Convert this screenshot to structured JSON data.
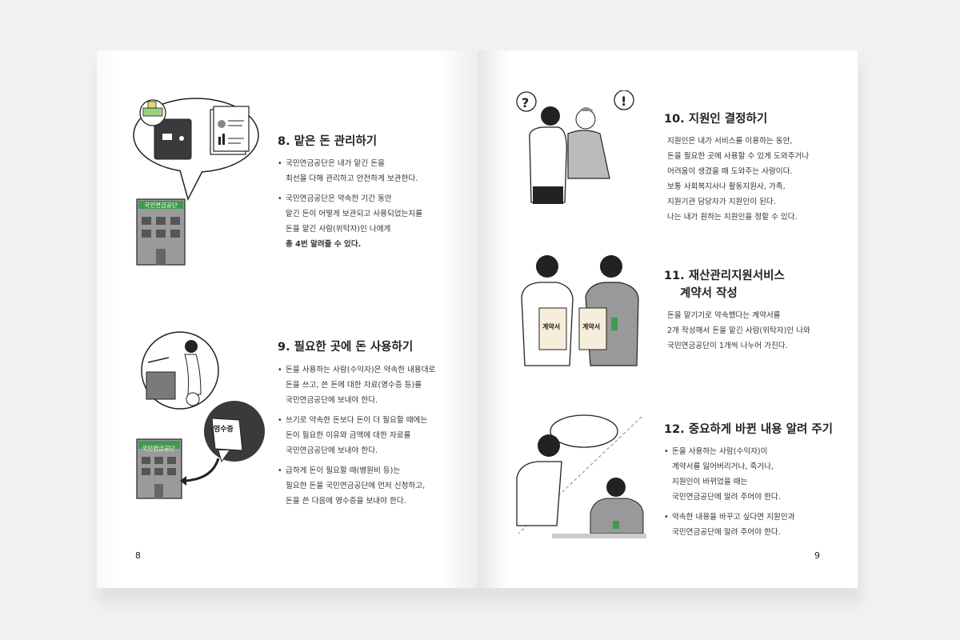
{
  "left_page": {
    "page_number": "8",
    "sections": [
      {
        "title": "8. 맡은 돈 관리하기",
        "bullets": [
          [
            "국민연금공단은 내가 맡긴 돈을",
            "최선을 다해 관리하고 안전하게 보관한다."
          ],
          [
            "국민연금공단은 약속한 기간 동안",
            "맡긴 돈이 어떻게 보관되고 사용되었는지를",
            "돈을 맡긴 사람(위탁자)인 나에게",
            "총 4번 알려줄 수 있다."
          ]
        ]
      },
      {
        "title": "9. 필요한 곳에 돈 사용하기",
        "bullets": [
          [
            "돈을 사용하는 사람(수익자)은 약속한 내용대로",
            "돈을 쓰고, 쓴 돈에 대한 자료(영수증 등)를",
            "국민연금공단에 보내야 한다."
          ],
          [
            "쓰기로 약속한 돈보다 돈이 더 필요할 때에는",
            "돈이 필요한 이유와 금액에 대한 자료를",
            "국민연금공단에 보내야 한다."
          ],
          [
            "급하게 돈이 필요할 때(병원비 등)는",
            "필요한 돈을 국민연금공단에 먼저 신청하고,",
            "돈을 쓴 다음에 영수증을 보내야 한다."
          ]
        ]
      }
    ],
    "building_sign": "국민연금공단",
    "receipt_label": "영수증"
  },
  "right_page": {
    "page_number": "9",
    "sections": [
      {
        "title": "10. 지원인 결정하기",
        "lines": [
          "지원인은 내가 서비스를 이용하는 동안,",
          "돈을 필요한 곳에 사용할 수 있게 도와주거나",
          "어려움이 생겼을 때 도와주는 사람이다.",
          "보통 사회복지사나 활동지원사, 가족,",
          "지원기관 담당자가 지원인이 된다.",
          "나는 내가 원하는 지원인을 정할 수 있다."
        ]
      },
      {
        "title": "11. 재산관리지원서비스",
        "title2": "계약서 작성",
        "lines": [
          "돈을 맡기기로 약속했다는 계약서를",
          "2개 작성해서 돈을 맡긴 사람(위탁자)인 나와",
          "국민연금공단이 1개씩 나누어 가진다."
        ]
      },
      {
        "title": "12. 중요하게 바뀐 내용 알려 주기",
        "bullets": [
          [
            "돈을 사용하는 사람(수익자)이",
            "계약서를 잃어버리거나, 죽거나,",
            "지원인이 바뀌었을 때는",
            "국민연금공단에 알려 주어야 한다."
          ],
          [
            "약속한 내용을 바꾸고 싶다면 지원인과",
            "국민연금공단에 알려 주어야 한다."
          ]
        ]
      }
    ],
    "question_mark": "?",
    "exclaim_mark": "!",
    "contract_label": "계약서"
  },
  "colors": {
    "accent_green": "#3f9a4a",
    "ink": "#222222",
    "grey": "#8a8a8a"
  }
}
